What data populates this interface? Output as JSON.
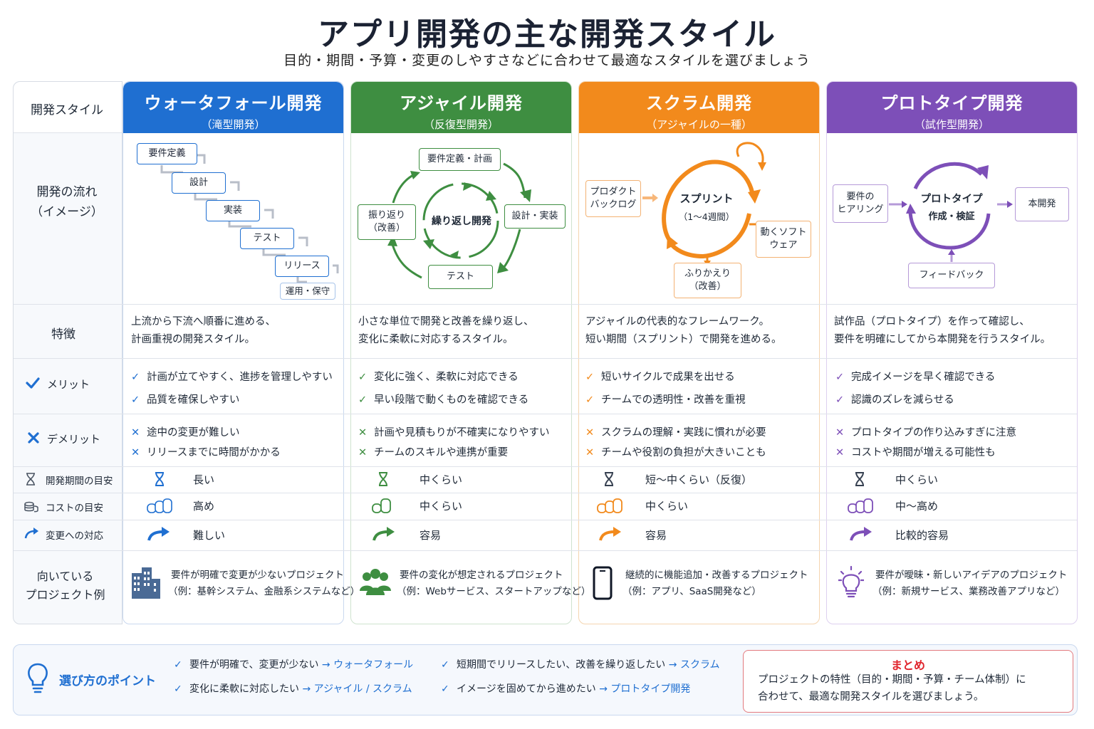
{
  "title": "アプリ開発の主な開発スタイル",
  "subtitle": "目的・期間・予算・変更のしやすさなどに合わせて最適なスタイルを選びましょう",
  "row_labels": {
    "style": "開発スタイル",
    "flow_1": "開発の流れ",
    "flow_2": "（イメージ）",
    "feature": "特徴",
    "merit": "メリット",
    "demerit": "デメリット",
    "period": "開発期間の目安",
    "cost": "コストの目安",
    "change": "変更への対応",
    "fit_1": "向いている",
    "fit_2": "プロジェクト例"
  },
  "columns": [
    {
      "title": "ウォータフォール開発",
      "sub": "（滝型開発）",
      "color": "#1f6fd1",
      "flow": [
        "要件定義",
        "設計",
        "実装",
        "テスト",
        "リリース",
        "運用・保守"
      ],
      "feature": [
        "上流から下流へ順番に進める、",
        "計画重視の開発スタイル。"
      ],
      "merits": [
        "計画が立てやすく、進捗を管理しやすい",
        "品質を確保しやすい"
      ],
      "demerits": [
        "途中の変更が難しい",
        "リリースまでに時間がかかる"
      ],
      "period": "長い",
      "cost": "高め",
      "change": "難しい",
      "fit": [
        "要件が明確で変更が少ないプロジェクト",
        "（例：基幹システム、金融系システムなど）"
      ],
      "fit_icon": "building-icon"
    },
    {
      "title": "アジャイル開発",
      "sub": "（反復型開発）",
      "color": "#3e8e41",
      "flow": [
        "要件定義・計画",
        "設計・実装",
        "テスト",
        "振り返り",
        "（改善）",
        "繰り返し開発"
      ],
      "feature": [
        "小さな単位で開発と改善を繰り返し、",
        "変化に柔軟に対応するスタイル。"
      ],
      "merits": [
        "変化に強く、柔軟に対応できる",
        "早い段階で動くものを確認できる"
      ],
      "demerits": [
        "計画や見積もりが不確実になりやすい",
        "チームのスキルや連携が重要"
      ],
      "period": "中くらい",
      "cost": "中くらい",
      "change": "容易",
      "fit": [
        "要件の変化が想定されるプロジェクト",
        "（例：Webサービス、スタートアップなど）"
      ],
      "fit_icon": "team-icon"
    },
    {
      "title": "スクラム開発",
      "sub": "（アジャイルの一種）",
      "color": "#f28a1c",
      "flow": [
        "プロダクト",
        "バックログ",
        "スプリント",
        "（1〜4週間）",
        "動くソフト",
        "ウェア",
        "ふりかえり",
        "（改善）"
      ],
      "feature": [
        "アジャイルの代表的なフレームワーク。",
        "短い期間（スプリント）で開発を進める。"
      ],
      "merits": [
        "短いサイクルで成果を出せる",
        "チームでの透明性・改善を重視"
      ],
      "demerits": [
        "スクラムの理解・実践に慣れが必要",
        "チームや役割の負担が大きいことも"
      ],
      "period": "短〜中くらい（反復）",
      "cost": "中くらい",
      "change": "容易",
      "fit": [
        "継続的に機能追加・改善するプロジェクト",
        "（例：アプリ、SaaS開発など）"
      ],
      "fit_icon": "smartphone-icon"
    },
    {
      "title": "プロトタイプ開発",
      "sub": "（試作型開発）",
      "color": "#7d4fb8",
      "flow": [
        "要件の",
        "ヒアリング",
        "プロトタイプ",
        "作成・検証",
        "本開発",
        "フィードバック"
      ],
      "feature": [
        "試作品（プロトタイプ）を作って確認し、",
        "要件を明確にしてから本開発を行うスタイル。"
      ],
      "merits": [
        "完成イメージを早く確認できる",
        "認識のズレを減らせる"
      ],
      "demerits": [
        "プロトタイプの作り込みすぎに注意",
        "コストや期間が増える可能性も"
      ],
      "period": "中くらい",
      "cost": "中〜高め",
      "change": "比較的容易",
      "fit": [
        "要件が曖昧・新しいアイデアのプロジェクト",
        "（例：新規サービス、業務改善アプリなど）"
      ],
      "fit_icon": "lightbulb-icon"
    }
  ],
  "points": {
    "title": "選び方のポイント",
    "items": [
      {
        "text": "要件が明確で、変更が少ない",
        "target": "→ ウォータフォール"
      },
      {
        "text": "短期間でリリースしたい、改善を繰り返したい",
        "target": "→ スクラム"
      },
      {
        "text": "変化に柔軟に対応したい",
        "target": "→ アジャイル / スクラム"
      },
      {
        "text": "イメージを固めてから進めたい",
        "target": "→ プロトタイプ開発"
      }
    ]
  },
  "summary": {
    "title": "まとめ",
    "lines": [
      "プロジェクトの特性（目的・期間・予算・チーム体制）に",
      "合わせて、最適な開発スタイルを選びましょう。"
    ]
  },
  "colors": {
    "check": "#1f6fd1",
    "cross": "#1f6fd1",
    "accent_red": "#e0252d"
  }
}
